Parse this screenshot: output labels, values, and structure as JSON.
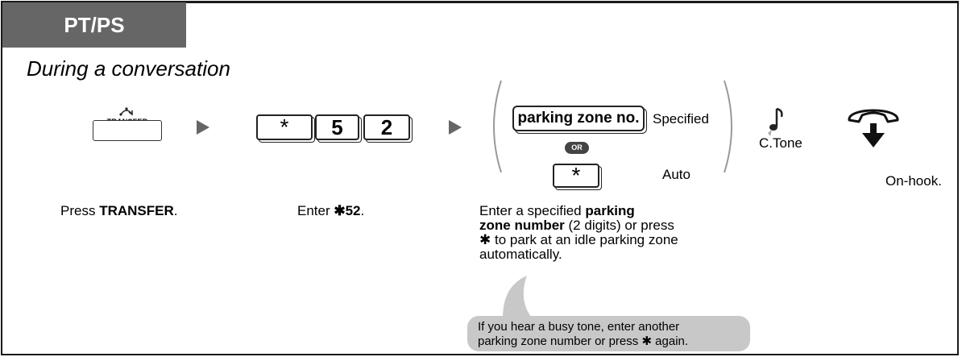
{
  "tab": {
    "label": "PT/PS"
  },
  "heading": "During a conversation",
  "steps": {
    "transfer_button": {
      "label": "TRANSFER"
    },
    "feature_keys": [
      "*",
      "5",
      "2"
    ],
    "options": {
      "specified_key": "parking zone no.",
      "specified_label": "Specified",
      "or_label": "OR",
      "auto_key": "*",
      "auto_label": "Auto"
    },
    "confirmation_tone": "C.Tone",
    "on_hook": "On-hook."
  },
  "captions": {
    "transfer": {
      "pre": "Press ",
      "bold": "TRANSFER",
      "post": "."
    },
    "enter": {
      "pre": "Enter ",
      "bold": "✱52",
      "post": "."
    },
    "zone": {
      "line1_pre": "Enter a specified ",
      "line1_bold": "parking",
      "line2_bold": "zone number",
      "line2_post": " (2 digits) or press",
      "line3": "✱ to park at an idle parking zone",
      "line4": "automatically."
    }
  },
  "tip": {
    "line1": "If you hear a busy tone, enter another",
    "line2": "parking zone number or press ✱ again."
  },
  "colors": {
    "tab_bg": "#666666",
    "arrow": "#666666",
    "bubble": "#c8c8c8"
  },
  "icons": [
    "transfer-curve-icon",
    "arrow-right-icon",
    "musical-note-icon",
    "handset-on-hook-icon"
  ]
}
